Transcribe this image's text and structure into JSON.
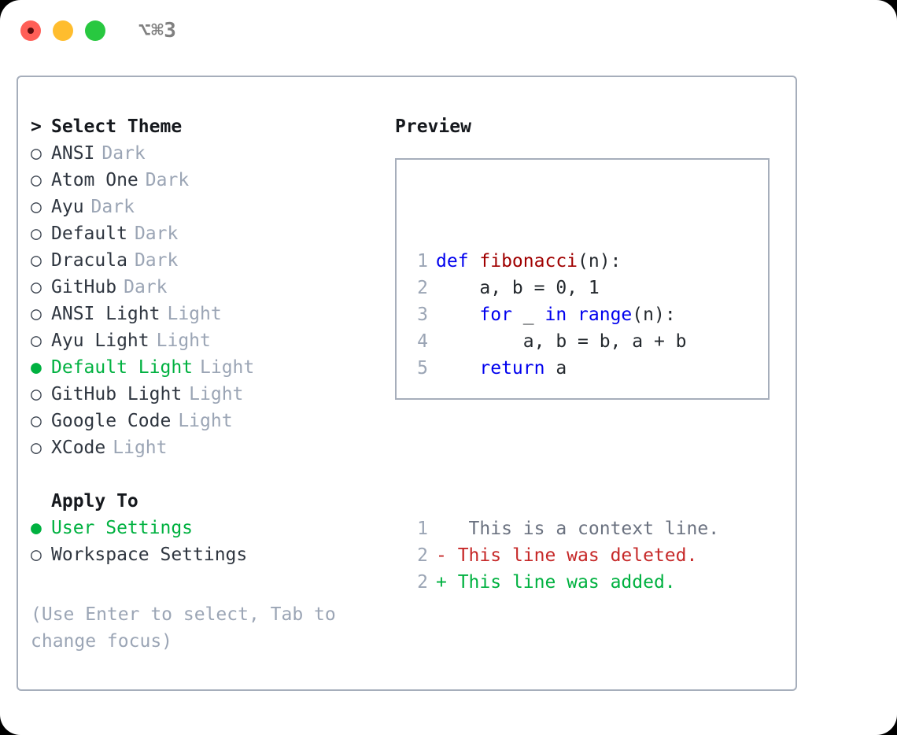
{
  "window": {
    "title": "⌥⌘3",
    "traffic_lights": [
      {
        "name": "close",
        "color": "#ff5f57"
      },
      {
        "name": "minimize",
        "color": "#ffbd2e"
      },
      {
        "name": "maximize",
        "color": "#28c840"
      }
    ]
  },
  "colors": {
    "accent_green": "#00b140",
    "border": "#a6aebb",
    "muted": "#9ba5b5",
    "keyword": "#0000ee",
    "function": "#a00000",
    "deleted": "#c62828",
    "added": "#00b140"
  },
  "theme_list": {
    "heading": "Select Theme",
    "heading_marker": ">",
    "marker_selected": "●",
    "marker_unselected": "○",
    "items": [
      {
        "label": "ANSI",
        "tag": "Dark",
        "selected": false
      },
      {
        "label": "Atom One",
        "tag": "Dark",
        "selected": false
      },
      {
        "label": "Ayu",
        "tag": "Dark",
        "selected": false
      },
      {
        "label": "Default",
        "tag": "Dark",
        "selected": false
      },
      {
        "label": "Dracula",
        "tag": "Dark",
        "selected": false
      },
      {
        "label": "GitHub",
        "tag": "Dark",
        "selected": false
      },
      {
        "label": "ANSI Light",
        "tag": "Light",
        "selected": false
      },
      {
        "label": "Ayu Light",
        "tag": "Light",
        "selected": false
      },
      {
        "label": "Default Light",
        "tag": "Light",
        "selected": true
      },
      {
        "label": "GitHub Light",
        "tag": "Light",
        "selected": false
      },
      {
        "label": "Google Code",
        "tag": "Light",
        "selected": false
      },
      {
        "label": "XCode",
        "tag": "Light",
        "selected": false
      }
    ]
  },
  "apply_to": {
    "heading": "Apply To",
    "items": [
      {
        "label": "User Settings",
        "selected": true
      },
      {
        "label": "Workspace Settings",
        "selected": false
      }
    ]
  },
  "hint": "(Use Enter to select, Tab to change focus)",
  "preview": {
    "title": "Preview",
    "code_lines": [
      {
        "num": "1",
        "tokens": [
          {
            "t": "def ",
            "c": "kw"
          },
          {
            "t": "fibonacci",
            "c": "fn"
          },
          {
            "t": "(n):",
            "c": "pl"
          }
        ]
      },
      {
        "num": "2",
        "tokens": [
          {
            "t": "    a, b = 0, 1",
            "c": "pl"
          }
        ]
      },
      {
        "num": "3",
        "tokens": [
          {
            "t": "    ",
            "c": "pl"
          },
          {
            "t": "for",
            "c": "kw"
          },
          {
            "t": " _ ",
            "c": "pl"
          },
          {
            "t": "in",
            "c": "kw"
          },
          {
            "t": " ",
            "c": "pl"
          },
          {
            "t": "range",
            "c": "kw"
          },
          {
            "t": "(n):",
            "c": "pl"
          }
        ]
      },
      {
        "num": "4",
        "tokens": [
          {
            "t": "        a, b = b, a + b",
            "c": "pl"
          }
        ]
      },
      {
        "num": "5",
        "tokens": [
          {
            "t": "    ",
            "c": "pl"
          },
          {
            "t": "return",
            "c": "kw"
          },
          {
            "t": " a",
            "c": "pl"
          }
        ]
      }
    ],
    "diff_lines": [
      {
        "num": "1",
        "sign": " ",
        "text": "  This is a context line.",
        "kind": "ctx"
      },
      {
        "num": "2",
        "sign": "-",
        "text": " This line was deleted.",
        "kind": "del"
      },
      {
        "num": "2",
        "sign": "+",
        "text": " This line was added.",
        "kind": "add"
      }
    ]
  }
}
